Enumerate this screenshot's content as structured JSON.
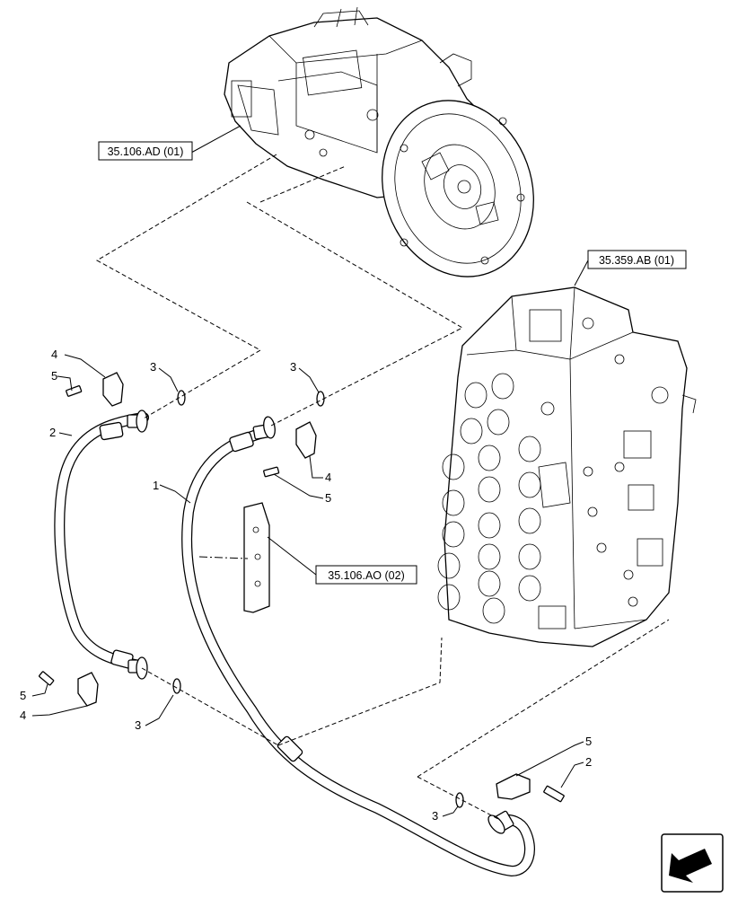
{
  "references": {
    "pump": "35.106.AD (01)",
    "valve": "35.359.AB (01)",
    "bracket": "35.106.AO (02)"
  },
  "callouts": {
    "c1": "1",
    "c2a": "2",
    "c2b": "2",
    "c3a": "3",
    "c3b": "3",
    "c3c": "3",
    "c3d": "3",
    "c4a": "4",
    "c4b": "4",
    "c4c": "4",
    "c5a": "5",
    "c5b": "5",
    "c5c": "5",
    "c5d": "5"
  },
  "icons": {
    "nav": "arrow-icon"
  }
}
